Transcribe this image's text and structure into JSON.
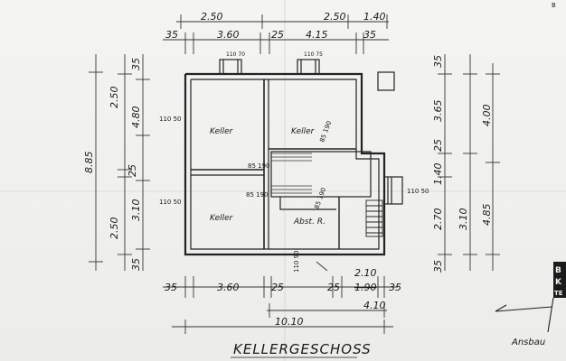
{
  "title": "KELLERGESCHOSS",
  "corner": "B",
  "rooms": {
    "keller_1": "Keller",
    "keller_2": "Keller",
    "keller_3": "Keller",
    "abst": "Abst. R."
  },
  "top_dims": {
    "row1": [
      "2.50",
      "2.50",
      "1.40"
    ],
    "row2": [
      "35",
      "3.60",
      "25",
      "4.15",
      "35"
    ],
    "windows": [
      "110 70",
      "110 75"
    ]
  },
  "left_dims": {
    "outer": "8.85",
    "inner": [
      "2.50",
      "25",
      "2.50"
    ],
    "detail": [
      "35",
      "4.80",
      "25",
      "3.10",
      "35"
    ]
  },
  "right_dims": {
    "outer": "4.00",
    "outer2": "4.85",
    "mid": [
      "35",
      "3.65",
      "25",
      "1.40",
      "2.70",
      "3.10",
      "35"
    ]
  },
  "opening_labels": {
    "a": "110 50",
    "b": "110 50",
    "c": "85 190",
    "d": "85 190",
    "e": "85 190",
    "f": "85 190",
    "g": "110 50",
    "h": "110 90"
  },
  "bottom_dims": {
    "row1": [
      "35",
      "3.60",
      "25",
      "25",
      "2.10",
      "1.90",
      "35"
    ],
    "row2": "4.10",
    "total": "10.10"
  },
  "stamp": [
    "B",
    "K",
    "TE"
  ],
  "signature": "Ansbau"
}
